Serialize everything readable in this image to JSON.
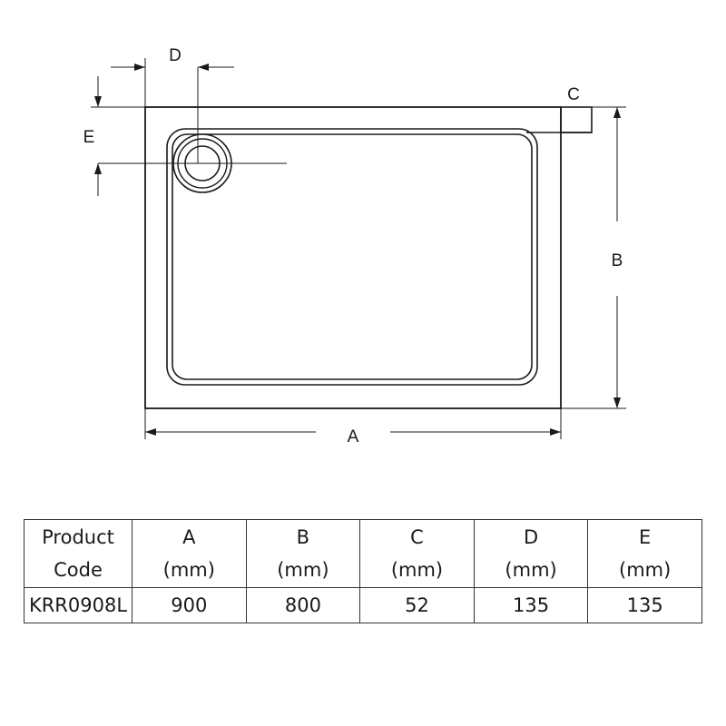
{
  "diagram": {
    "labels": {
      "a": "A",
      "b": "B",
      "c": "C",
      "d": "D",
      "e": "E"
    }
  },
  "spec_table": {
    "headers": [
      {
        "name": "Product",
        "unit": "Code"
      },
      {
        "name": "A",
        "unit": "(mm)"
      },
      {
        "name": "B",
        "unit": "(mm)"
      },
      {
        "name": "C",
        "unit": "(mm)"
      },
      {
        "name": "D",
        "unit": "(mm)"
      },
      {
        "name": "E",
        "unit": "(mm)"
      }
    ],
    "rows": [
      [
        "KRR0908L",
        "900",
        "800",
        "52",
        "135",
        "135"
      ]
    ]
  },
  "colors": {
    "line": "#1a1a1a",
    "background": "#ffffff"
  }
}
